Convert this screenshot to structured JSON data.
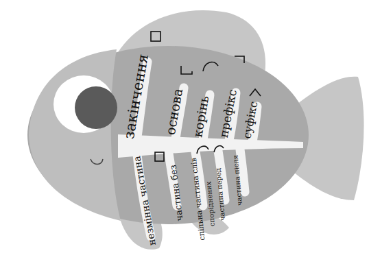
{
  "diagram": {
    "labels": [
      "закінчення",
      "основа",
      "корінь",
      "префікс",
      "суфікс",
      "незмінна частина",
      "частина без",
      "спільна частина слів",
      "споріднених",
      "частина перед",
      "частина після"
    ]
  }
}
